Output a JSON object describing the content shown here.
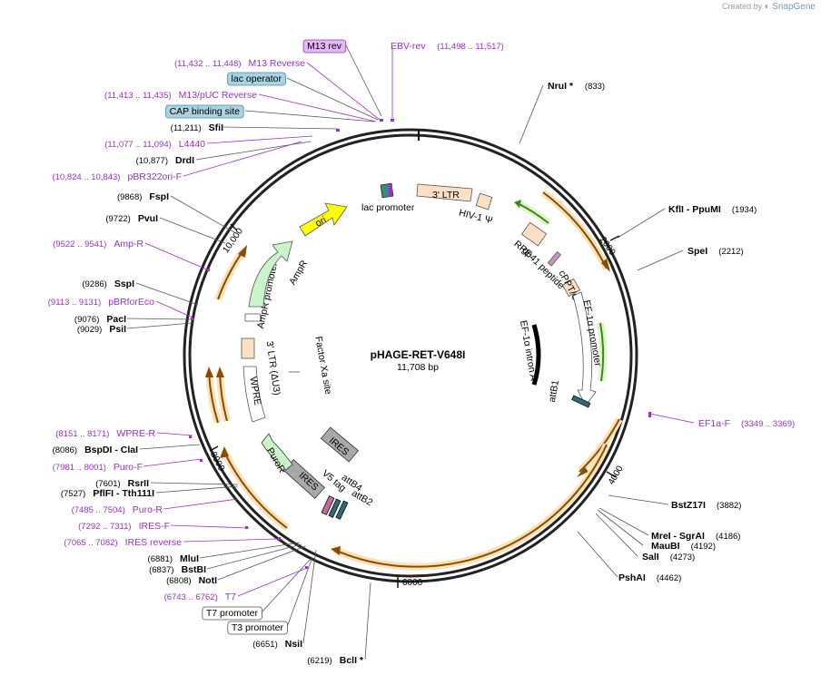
{
  "watermark": {
    "created_by": "Created by",
    "brand": "SnapGene"
  },
  "plasmid": {
    "name": "pHAGE-RET-V648I",
    "size": "11,708 bp"
  },
  "ticks": [
    "2000",
    "4000",
    "6000",
    "8000",
    "10,000"
  ],
  "left_labels": [
    {
      "type": "box",
      "text": "M13 rev",
      "bg": "#e3b8f3",
      "border": "#9b30c8",
      "color": "#000000"
    },
    {
      "type": "primer",
      "coord": "(11,432 .. 11,448)",
      "name": "M13 Reverse"
    },
    {
      "type": "box",
      "text": "lac operator",
      "bg": "#a9d3e0",
      "border": "#4d8aa1",
      "color": "#000000"
    },
    {
      "type": "primer",
      "coord": "(11,413 .. 11,435)",
      "name": "M13/pUC Reverse"
    },
    {
      "type": "box",
      "text": "CAP binding site",
      "bg": "#a9d3e0",
      "border": "#4d8aa1",
      "color": "#000000"
    },
    {
      "type": "enzyme",
      "coord": "(11,211)",
      "name": "SfiI"
    },
    {
      "type": "primer",
      "coord": "(11,077 .. 11,094)",
      "name": "L4440"
    },
    {
      "type": "enzyme",
      "coord": "(10,877)",
      "name": "DrdI"
    },
    {
      "type": "primer",
      "coord": "(10,824 .. 10,843)",
      "name": "pBR322ori-F"
    },
    {
      "type": "enzyme",
      "coord": "(9868)",
      "name": "FspI"
    },
    {
      "type": "enzyme",
      "coord": "(9722)",
      "name": "PvuI"
    },
    {
      "type": "primer",
      "coord": "(9522 .. 9541)",
      "name": "Amp-R"
    },
    {
      "type": "enzyme",
      "coord": "(9286)",
      "name": "SspI"
    },
    {
      "type": "primer",
      "coord": "(9113 .. 9131)",
      "name": "pBRforEco"
    },
    {
      "type": "enzyme",
      "coord": "(9076)",
      "name": "PacI"
    },
    {
      "type": "enzyme",
      "coord": "(9029)",
      "name": "PsiI"
    },
    {
      "type": "primer",
      "coord": "(8151 .. 8171)",
      "name": "WPRE-R"
    },
    {
      "type": "enzyme",
      "coord": "(8086)",
      "name": "BspDI - ClaI"
    },
    {
      "type": "primer",
      "coord": "(7981 .. 8001)",
      "name": "Puro-F"
    },
    {
      "type": "enzyme",
      "coord": "(7601)",
      "name": "RsrII"
    },
    {
      "type": "enzyme",
      "coord": "(7527)",
      "name": "PflFI - Tth111I"
    },
    {
      "type": "primer",
      "coord": "(7485 .. 7504)",
      "name": "Puro-R"
    },
    {
      "type": "primer",
      "coord": "(7292 .. 7311)",
      "name": "IRES-F"
    },
    {
      "type": "primer",
      "coord": "(7065 .. 7082)",
      "name": "IRES reverse"
    },
    {
      "type": "enzyme",
      "coord": "(6881)",
      "name": "MluI"
    },
    {
      "type": "enzyme",
      "coord": "(6837)",
      "name": "BstBI"
    },
    {
      "type": "enzyme",
      "coord": "(6808)",
      "name": "NotI"
    },
    {
      "type": "primer",
      "coord": "(6743 .. 6762)",
      "name": "T7"
    },
    {
      "type": "box",
      "text": "T7 promoter",
      "bg": "#ffffff",
      "border": "#555555",
      "color": "#000000"
    },
    {
      "type": "box",
      "text": "T3 promoter",
      "bg": "#ffffff",
      "border": "#555555",
      "color": "#000000"
    },
    {
      "type": "enzyme",
      "coord": "(6651)",
      "name": "NsiI"
    },
    {
      "type": "enzyme",
      "coord": "(6219)",
      "name": "BclI *"
    }
  ],
  "right_labels": [
    {
      "type": "primer",
      "coord": "(11,498 .. 11,517)",
      "name": "EBV-rev"
    },
    {
      "type": "enzyme",
      "coord": "(833)",
      "name": "NruI *"
    },
    {
      "type": "enzyme",
      "coord": "(1934)",
      "name": "KflI - PpuMI"
    },
    {
      "type": "enzyme",
      "coord": "(2212)",
      "name": "SpeI"
    },
    {
      "type": "primer",
      "coord": "(3349 .. 3369)",
      "name": "EF1a-F"
    },
    {
      "type": "enzyme",
      "coord": "(3882)",
      "name": "BstZ17I"
    },
    {
      "type": "enzyme",
      "coord": "(4186)",
      "name": "MreI - SgrAI"
    },
    {
      "type": "enzyme",
      "coord": "(4192)",
      "name": "MauBI"
    },
    {
      "type": "enzyme",
      "coord": "(4273)",
      "name": "SalI"
    },
    {
      "type": "enzyme",
      "coord": "(4462)",
      "name": "PshAI"
    }
  ],
  "features": {
    "lac_promoter": "lac promoter",
    "ltr3": "3' LTR",
    "hiv_psi": "HIV-1 Ψ",
    "rre": "RRE",
    "gp41": "gp41 peptide",
    "cppt": "cPPT/CTS",
    "ef1a_promoter": "EF-1α promoter",
    "ef1a_intron": "EF-1α intron A",
    "attb1": "attB1",
    "attb2": "attB2",
    "attb4": "attB4",
    "v5": "V5 tag",
    "ires1": "IRES",
    "ires2": "IRES",
    "puror": "PuroR",
    "wpre": "WPRE",
    "ltr3_du3": "3' LTR (ΔU3)",
    "factor_xa": "Factor Xa site",
    "ampr_promoter": "AmpR promoter",
    "ampr": "AmpR",
    "ori": "ori"
  },
  "colors": {
    "backbone": "#222222",
    "primer": "#9b30c8",
    "orf": "#e8a640",
    "orf_green": "#6fc245",
    "ltr": "#fde0c3",
    "ori": "#ffff00",
    "ampr": "#c9f5c9",
    "ires": "#a8a8a8"
  }
}
